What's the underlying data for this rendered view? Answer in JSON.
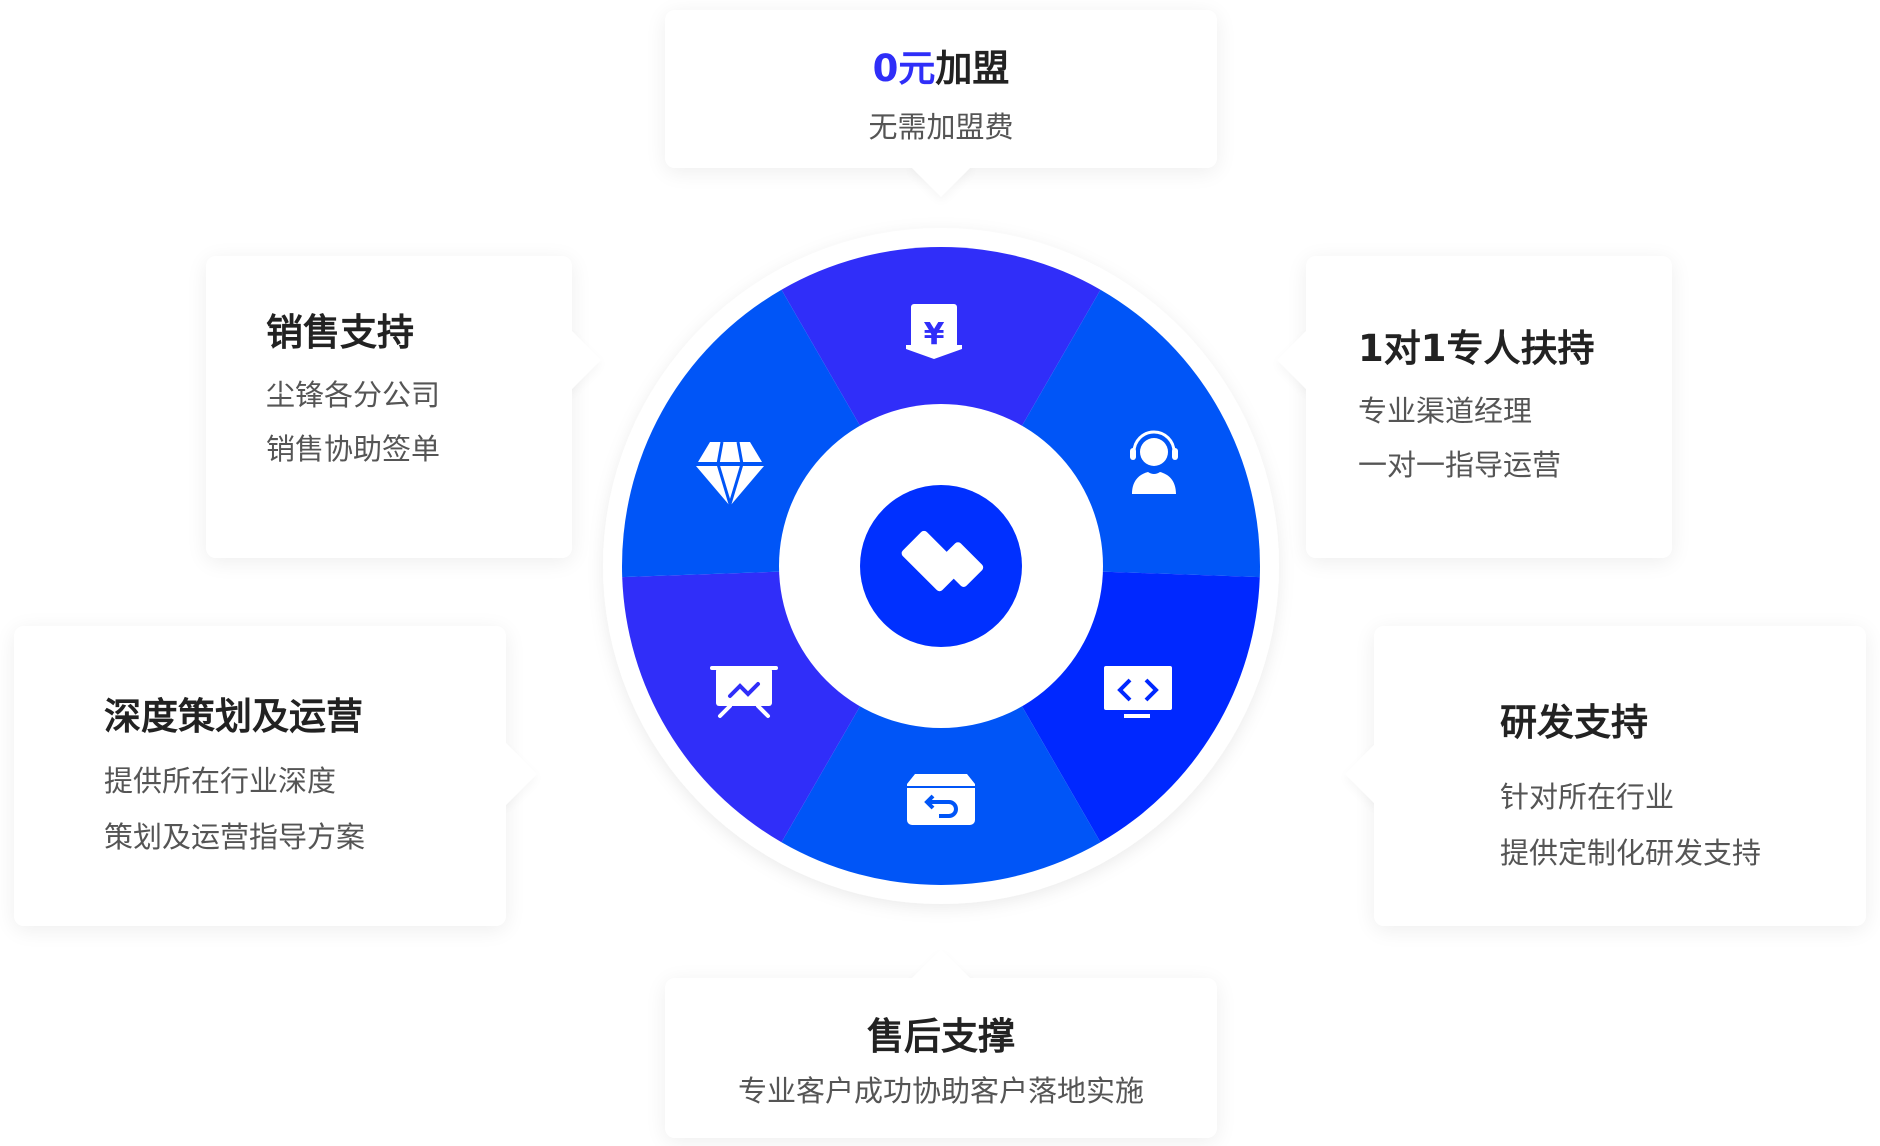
{
  "center": {
    "icon": "handshake-icon"
  },
  "colors": {
    "purple": "#302ef9",
    "blue": "#0055f7",
    "deep_blue": "#0028ff",
    "center": "#0030ff",
    "accent": "#2f2ef8"
  },
  "segments": [
    {
      "name": "join-fee",
      "icon": "yen-download-icon"
    },
    {
      "name": "personal-support",
      "icon": "headset-agent-icon"
    },
    {
      "name": "rd-support",
      "icon": "code-monitor-icon"
    },
    {
      "name": "after-sales",
      "icon": "return-box-icon"
    },
    {
      "name": "operations",
      "icon": "presentation-chart-icon"
    },
    {
      "name": "sales",
      "icon": "diamond-icon"
    }
  ],
  "cards": {
    "top": {
      "title_accent": "0元",
      "title": "加盟",
      "lines": [
        "无需加盟费"
      ]
    },
    "sales": {
      "title": "销售支持",
      "lines": [
        "尘锋各分公司",
        "销售协助签单"
      ]
    },
    "personal": {
      "title": "1对1专人扶持",
      "lines": [
        "专业渠道经理",
        "一对一指导运营"
      ]
    },
    "operations": {
      "title": "深度策划及运营",
      "lines": [
        "提供所在行业深度",
        "策划及运营指导方案"
      ]
    },
    "rd": {
      "title": "研发支持",
      "lines": [
        "针对所在行业",
        "提供定制化研发支持"
      ]
    },
    "after_sales": {
      "title": "售后支撑",
      "lines": [
        "专业客户成功协助客户落地实施"
      ]
    }
  }
}
